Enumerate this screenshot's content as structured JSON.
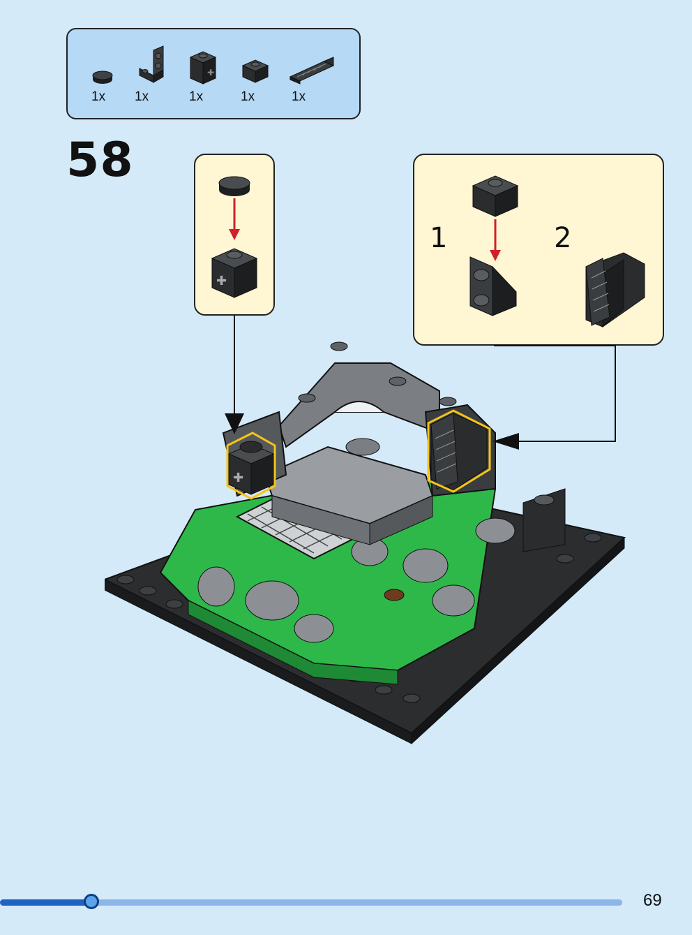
{
  "parts_list": {
    "items": [
      {
        "icon": "round-tile-1x1-icon",
        "qty": "1x"
      },
      {
        "icon": "bracket-plate-icon",
        "qty": "1x"
      },
      {
        "icon": "technic-brick-1x1-icon",
        "qty": "1x"
      },
      {
        "icon": "plate-1x1-icon",
        "qty": "1x"
      },
      {
        "icon": "grille-slope-icon",
        "qty": "1x"
      }
    ]
  },
  "step": {
    "number": "58"
  },
  "subassembly_b": {
    "label_1": "1",
    "label_2": "2"
  },
  "progress": {
    "fraction": 0.147
  },
  "page": {
    "number": "69"
  },
  "colors": {
    "background": "#d4eaf9",
    "parts_box": "#b6d9f5",
    "callout": "#fff6d3",
    "highlight": "#f5c418",
    "arrow_red": "#d0202a",
    "green": "#2fb84a",
    "dark_bluish_gray": "#3a3d40",
    "light_gray": "#9a9ea2",
    "progress_fill": "#1e63c2",
    "progress_track": "#8cb6e8"
  }
}
